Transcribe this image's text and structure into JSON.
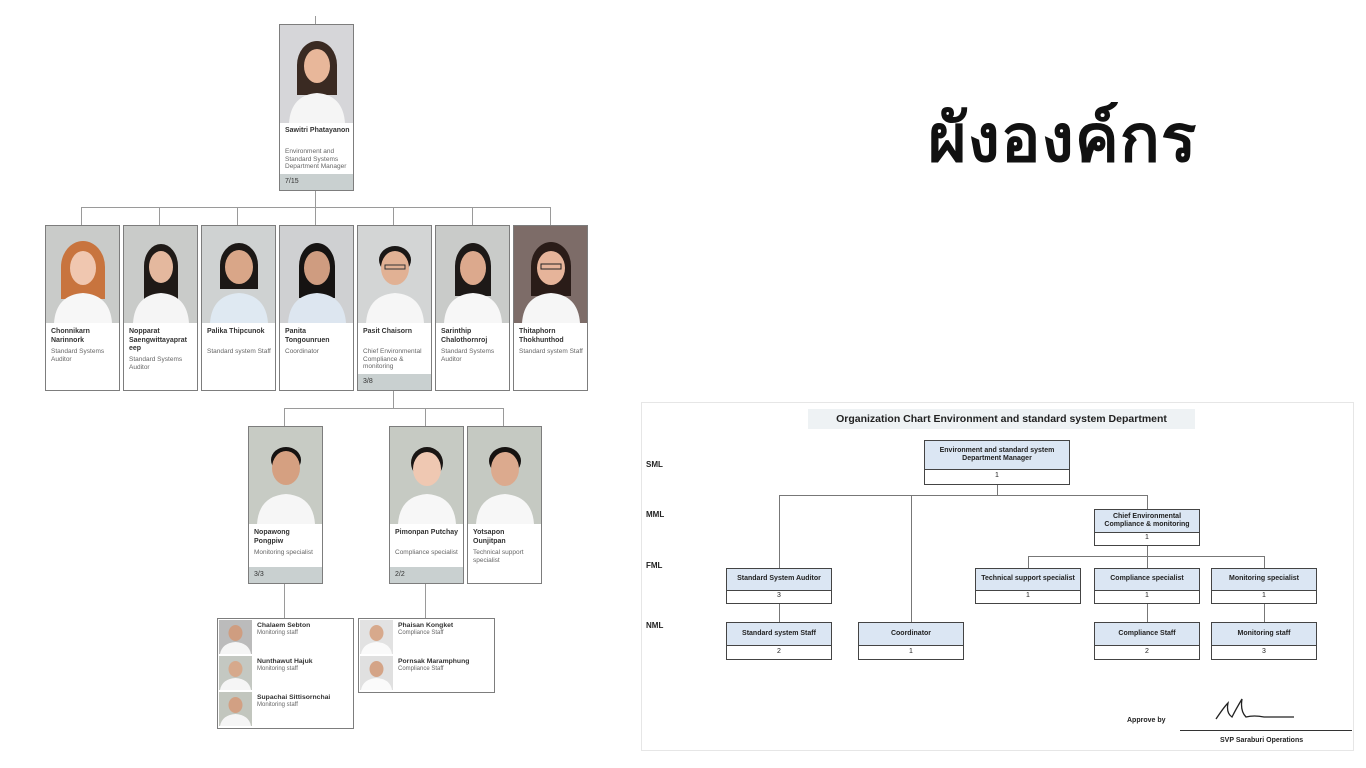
{
  "title": "ผังองค์กร",
  "manager": {
    "name": "Sawitri Phatayanon",
    "role": "Environment and Standard Systems Department Manager",
    "count": "7/15"
  },
  "staff_level1": [
    {
      "name": "Chonnikarn Narinnork",
      "role": "Standard Systems Auditor",
      "count": ""
    },
    {
      "name": "Nopparat Saengwittayaprat eep",
      "role": "Standard Systems Auditor",
      "count": ""
    },
    {
      "name": "Palika Thipcunok",
      "role": "Standard system Staff",
      "count": ""
    },
    {
      "name": "Panita Tongounruen",
      "role": "Coordinator",
      "count": ""
    },
    {
      "name": "Pasit Chaisorn",
      "role": "Chief Environmental Compliance & monitoring",
      "count": "3/8"
    },
    {
      "name": "Sarinthip Chalothornroj",
      "role": "Standard Systems Auditor",
      "count": ""
    },
    {
      "name": "Thitaphorn Thokhunthod",
      "role": "Standard system Staff",
      "count": ""
    }
  ],
  "staff_level2": [
    {
      "name": "Nopawong Pongpiw",
      "role": "Monitoring specialist",
      "count": "3/3"
    },
    {
      "name": "Pimonpan Putchay",
      "role": "Compliance specialist",
      "count": "2/2"
    },
    {
      "name": "Yotsapon Ounjitpan",
      "role": "Technical support specialist",
      "count": ""
    }
  ],
  "monitoring_staff": [
    {
      "name": "Chalaem Sebton",
      "role": "Monitoring staff"
    },
    {
      "name": "Nunthawut Hajuk",
      "role": "Monitoring staff"
    },
    {
      "name": "Supachai Sittisornchai",
      "role": "Monitoring staff"
    }
  ],
  "compliance_staff": [
    {
      "name": "Phaisan Kongket",
      "role": "Compliance Staff"
    },
    {
      "name": "Pornsak Maramphung",
      "role": "Compliance Staff"
    }
  ],
  "scan": {
    "heading": "Organization Chart Environment and standard system Department",
    "levels": [
      "SML",
      "MML",
      "FML",
      "NML"
    ],
    "boxes": {
      "manager": {
        "title": "Environment and standard system Department Manager",
        "count": "1"
      },
      "chief": {
        "title": "Chief Environmental Compliance & monitoring",
        "count": "1"
      },
      "auditor": {
        "title": "Standard System Auditor",
        "count": "3"
      },
      "tech": {
        "title": "Technical support specialist",
        "count": "1"
      },
      "compliance_spec": {
        "title": "Compliance specialist",
        "count": "1"
      },
      "monitoring_spec": {
        "title": "Monitoring specialist",
        "count": "1"
      },
      "std_staff": {
        "title": "Standard system Staff",
        "count": "2"
      },
      "coordinator": {
        "title": "Coordinator",
        "count": "1"
      },
      "compliance_staff": {
        "title": "Compliance Staff",
        "count": "2"
      },
      "monitoring_staff": {
        "title": "Monitoring staff",
        "count": "3"
      }
    },
    "approve_label": "Approve by",
    "approver": "SVP Saraburi Operations"
  },
  "colors": {
    "card_footer": "#c9d0d0",
    "scan_box_fill": "#dbe6f3",
    "connector": "#9a9a9a"
  }
}
